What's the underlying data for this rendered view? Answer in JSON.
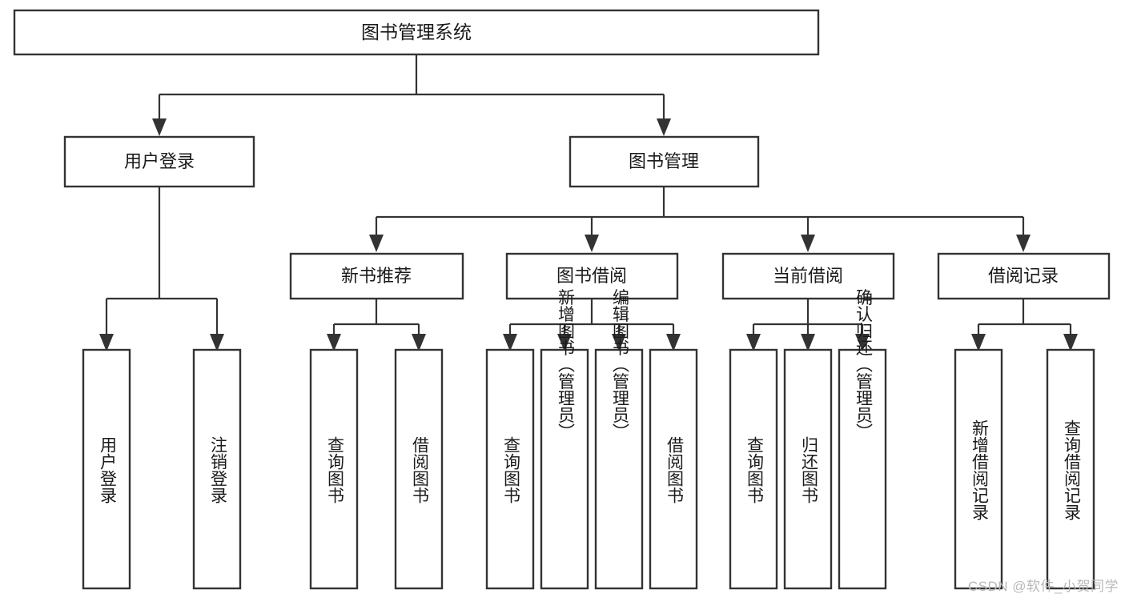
{
  "diagram": {
    "kind": "tree-structure-chart",
    "title": "图书管理系统",
    "watermark": "CSDN @软件_小贺同学",
    "colors": {
      "box_stroke": "#333333",
      "box_fill": "#ffffff",
      "text": "#1a1a1a",
      "background": "#ffffff",
      "watermark": "#b9b9b9"
    },
    "levels": {
      "root": "图书管理系统",
      "level2": [
        "用户登录",
        "图书管理"
      ],
      "level3": [
        "新书推荐",
        "图书借阅",
        "当前借阅",
        "借阅记录"
      ],
      "level4": [
        "用户登录",
        "注销登录",
        "查询图书",
        "借阅图书",
        "查询图书",
        "新增图书（管理员）",
        "编辑图书（管理员）",
        "借阅图书",
        "查询图书",
        "归还图书",
        "确认归还（管理员）",
        "新增借阅记录",
        "查询借阅记录"
      ]
    },
    "nodes": {
      "root": {
        "label": "图书管理系统"
      },
      "user_login": {
        "label": "用户登录"
      },
      "book_manage": {
        "label": "图书管理"
      },
      "new_book_rec": {
        "label": "新书推荐"
      },
      "book_borrow": {
        "label": "图书借阅"
      },
      "current_borrow": {
        "label": "当前借阅"
      },
      "borrow_record": {
        "label": "借阅记录"
      },
      "leaf_user_login": {
        "label": "用户登录"
      },
      "leaf_logout": {
        "label": "注销登录"
      },
      "leaf_query_book_1": {
        "label": "查询图书"
      },
      "leaf_borrow_book_1": {
        "label": "借阅图书"
      },
      "leaf_query_book_2": {
        "label": "查询图书"
      },
      "leaf_add_book_admin": {
        "label": "新增图书（管理员）"
      },
      "leaf_edit_book_admin": {
        "label": "编辑图书（管理员）"
      },
      "leaf_borrow_book_2": {
        "label": "借阅图书"
      },
      "leaf_query_book_3": {
        "label": "查询图书"
      },
      "leaf_return_book": {
        "label": "归还图书"
      },
      "leaf_confirm_return_admin": {
        "label": "确认归还（管理员）"
      },
      "leaf_add_borrow_record": {
        "label": "新增借阅记录"
      },
      "leaf_query_borrow_record": {
        "label": "查询借阅记录"
      }
    }
  }
}
